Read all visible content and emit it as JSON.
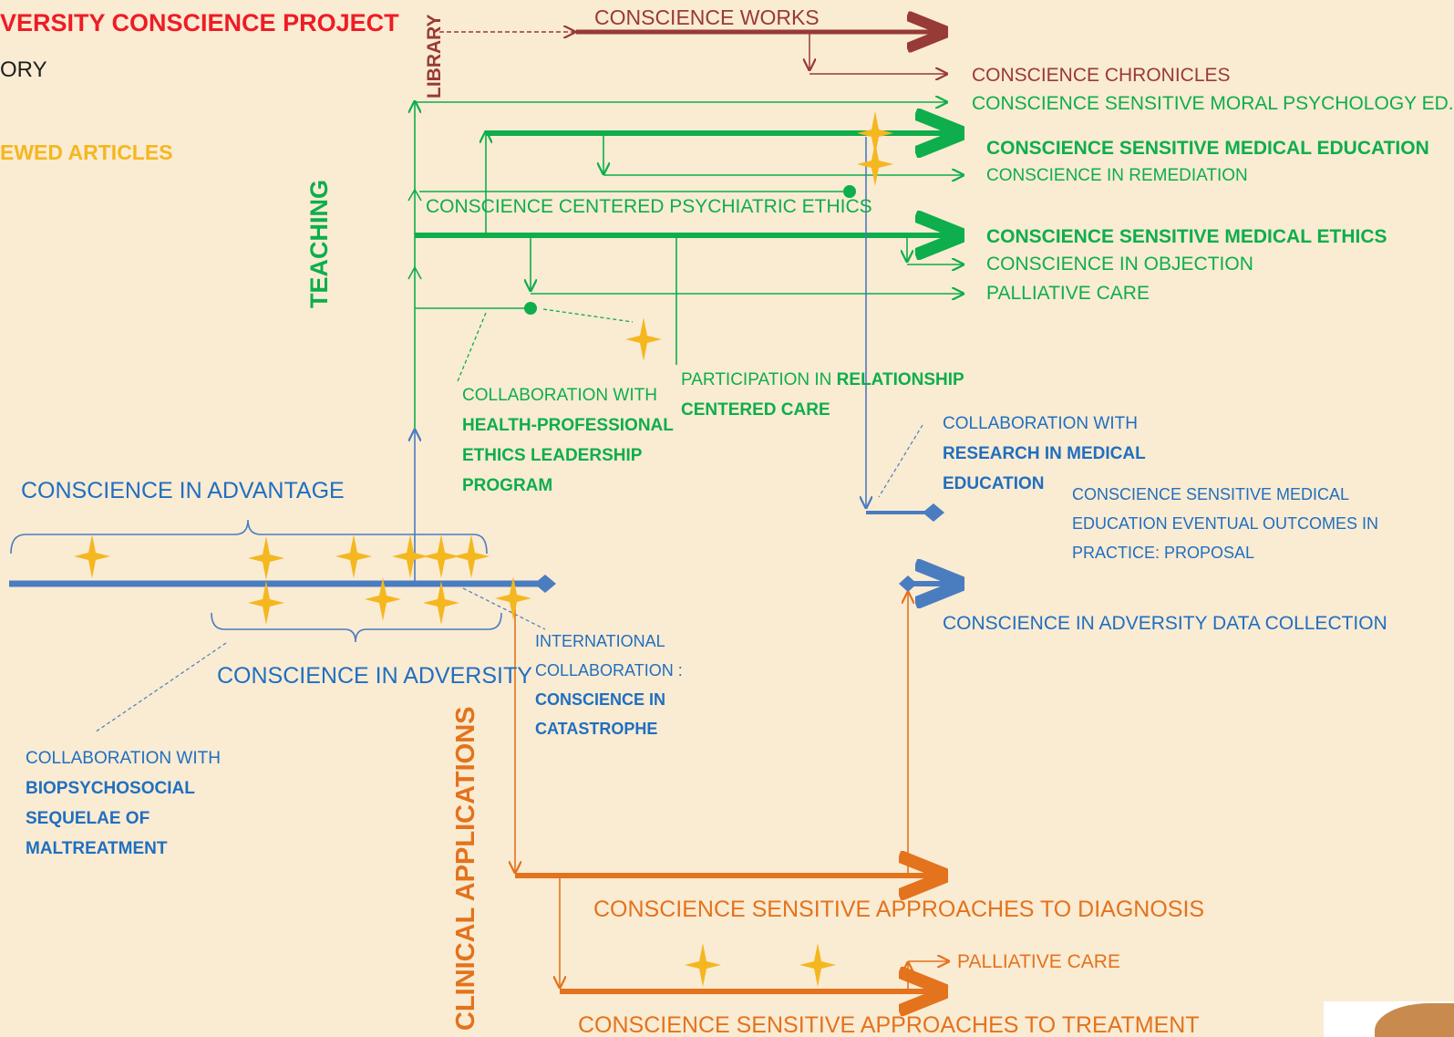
{
  "header": {
    "project_title": "VERSITY CONSCIENCE PROJECT",
    "history_label": "ORY",
    "reviewed_articles_label": "EWED ARTICLES"
  },
  "sections": {
    "library": "LIBRARY",
    "teaching": "TEACHING",
    "clinical_applications": "CLINICAL APPLICATIONS"
  },
  "library_outputs": {
    "works": "CONSCIENCE WORKS",
    "chronicles": "CONSCIENCE CHRONICLES"
  },
  "teaching_outputs": {
    "moral_psychology": "CONSCIENCE SENSITIVE MORAL  PSYCHOLOGY ED.",
    "medical_education": "CONSCIENCE SENSITIVE MEDICAL EDUCATION",
    "remediation": "CONSCIENCE IN REMEDIATION",
    "psychiatric_ethics": "CONSCIENCE CENTERED PSYCHIATRIC ETHICS",
    "medical_ethics": "CONSCIENCE SENSITIVE MEDICAL ETHICS",
    "objection": "CONSCIENCE IN OBJECTION",
    "palliative_care": "PALLIATIVE  CARE"
  },
  "collaborations": {
    "health_professional": {
      "intro": "COLLABORATION WITH",
      "line1": "HEALTH-PROFESSIONAL",
      "line2": "ETHICS LEADERSHIP",
      "line3": "PROGRAM"
    },
    "relationship_care": {
      "prefix": "PARTICIPATION IN ",
      "bold1": "RELATIONSHIP",
      "line2": "CENTERED CARE"
    },
    "research_medical_education": {
      "intro": "COLLABORATION WITH",
      "line1": "RESEARCH IN MEDICAL",
      "line2": "EDUCATION"
    },
    "international": {
      "line1": "INTERNATIONAL",
      "line2": "COLLABORATION :",
      "line3": "CONSCIENCE IN",
      "line4": "CATASTROPHE"
    },
    "biopsychosocial": {
      "intro": "COLLABORATION WITH",
      "line1": "BIOPSYCHOSOCIAL",
      "line2": "SEQUELAE OF",
      "line3": "MALTREATMENT"
    }
  },
  "research": {
    "advantage": "CONSCIENCE IN ADVANTAGE",
    "adversity": "CONSCIENCE IN ADVERSITY",
    "outcomes_proposal": {
      "line1": "CONSCIENCE SENSITIVE MEDICAL",
      "line2": "EDUCATION EVENTUAL OUTCOMES IN",
      "line3": "PRACTICE: PROPOSAL"
    },
    "adversity_data_collection": "CONSCIENCE IN ADVERSITY DATA COLLECTION"
  },
  "clinical_outputs": {
    "diagnosis": "CONSCIENCE SENSITIVE APPROACHES TO DIAGNOSIS",
    "palliative_care": "PALLIATIVE  CARE",
    "treatment": "CONSCIENCE SENSITIVE APPROACHES TO TREATMENT"
  },
  "colors": {
    "background": "#FAEBD3",
    "title_red": "#EE1C25",
    "library_brown": "#983A35",
    "teaching_green": "#0DAE4B",
    "research_blue": "#1F6FC0",
    "timeline_blue": "#4A7CC0",
    "clinical_orange": "#E3731C",
    "star_gold": "#F5B71F"
  },
  "icons": {
    "publication_marker": "four-point-star-icon",
    "collaboration_node": "dot-icon",
    "milestone_marker": "diamond-icon"
  }
}
